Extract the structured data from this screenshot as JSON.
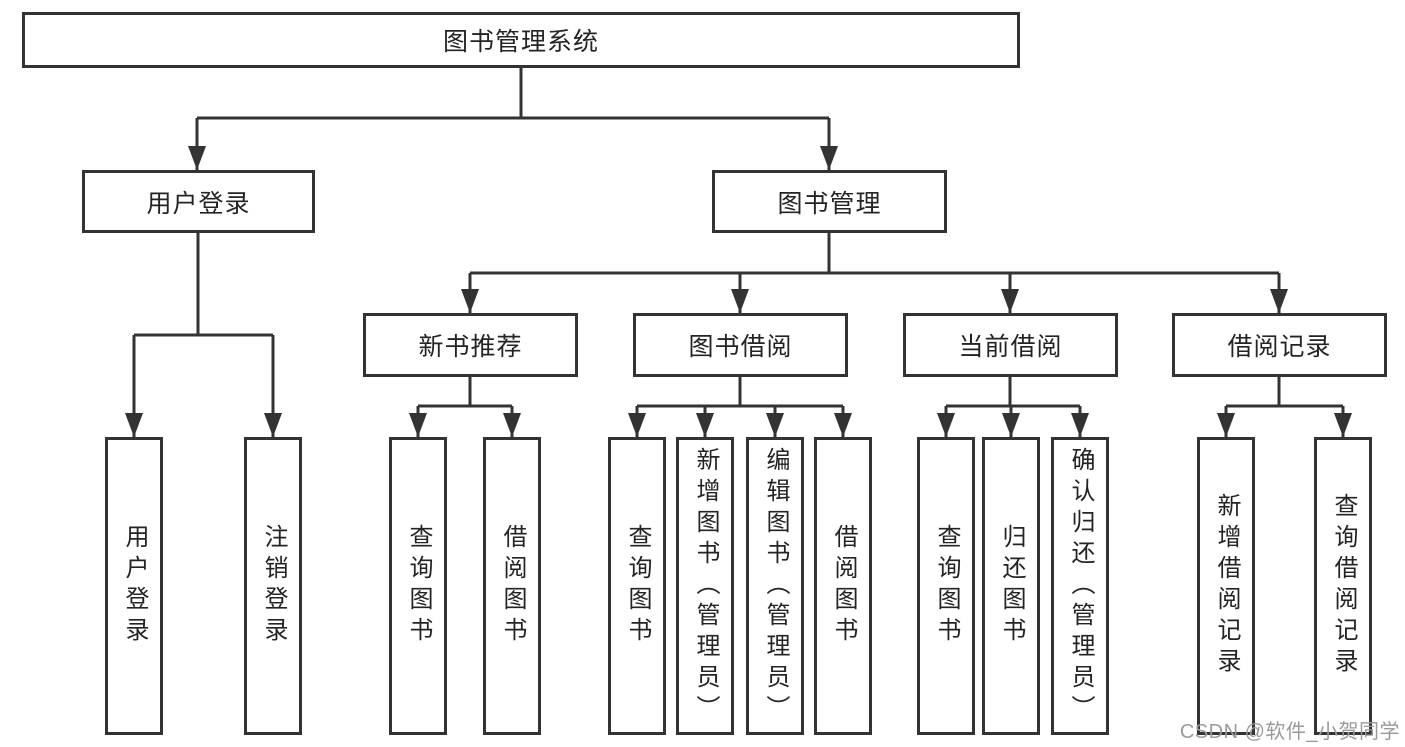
{
  "colors": {
    "line": "#333333",
    "border": "#333333",
    "text": "#242424",
    "background": "#ffffff",
    "watermark": "#9a9a9a"
  },
  "watermark": "CSDN @软件_小贺同学",
  "tree": {
    "root": "图书管理系统",
    "branches": [
      {
        "label": "用户登录",
        "leaves": [
          "用户登录",
          "注销登录"
        ]
      },
      {
        "label": "图书管理",
        "groups": [
          {
            "label": "新书推荐",
            "leaves": [
              "查询图书",
              "借阅图书"
            ]
          },
          {
            "label": "图书借阅",
            "leaves": [
              "查询图书",
              "新增图书（管理员）",
              "编辑图书（管理员）",
              "借阅图书"
            ]
          },
          {
            "label": "当前借阅",
            "leaves": [
              "查询图书",
              "归还图书",
              "确认归还（管理员）"
            ]
          },
          {
            "label": "借阅记录",
            "leaves": [
              "新增借阅记录",
              "查询借阅记录"
            ]
          }
        ]
      }
    ]
  }
}
